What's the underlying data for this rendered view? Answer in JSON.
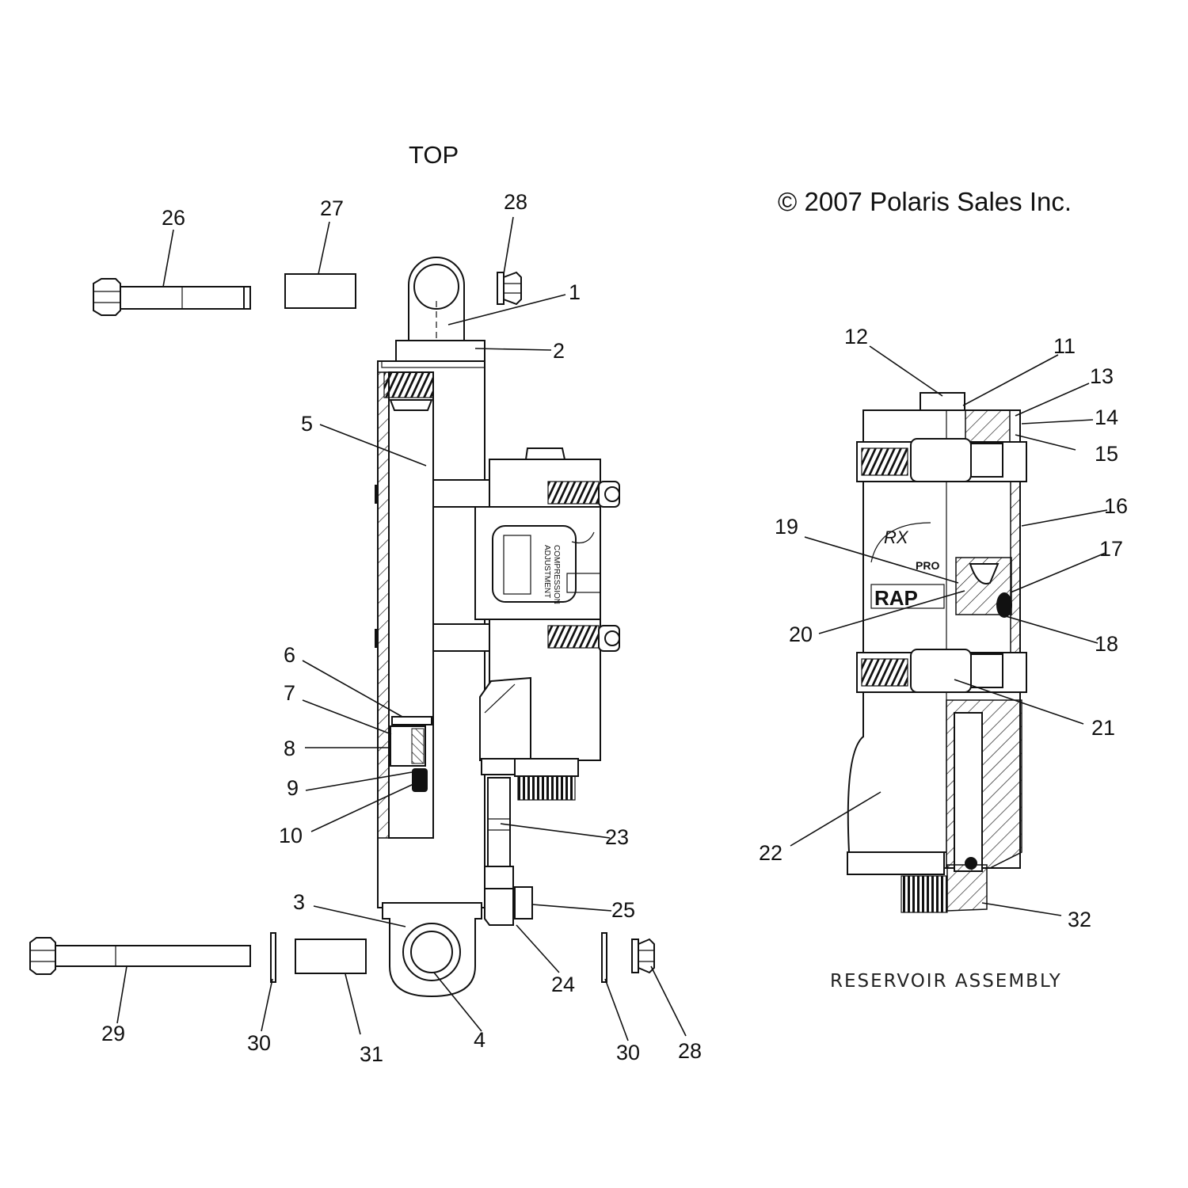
{
  "title": "TOP",
  "copyright": "© 2007 Polaris Sales Inc.",
  "reservoir_caption": "RESERVOIR ASSEMBLY",
  "callouts": [
    {
      "id": "c1",
      "text": "1"
    },
    {
      "id": "c2",
      "text": "2"
    },
    {
      "id": "c3",
      "text": "3"
    },
    {
      "id": "c4",
      "text": "4"
    },
    {
      "id": "c5",
      "text": "5"
    },
    {
      "id": "c6",
      "text": "6"
    },
    {
      "id": "c7",
      "text": "7"
    },
    {
      "id": "c8",
      "text": "8"
    },
    {
      "id": "c9",
      "text": "9"
    },
    {
      "id": "c10",
      "text": "10"
    },
    {
      "id": "c11",
      "text": "11"
    },
    {
      "id": "c12",
      "text": "12"
    },
    {
      "id": "c13",
      "text": "13"
    },
    {
      "id": "c14",
      "text": "14"
    },
    {
      "id": "c15",
      "text": "15"
    },
    {
      "id": "c16",
      "text": "16"
    },
    {
      "id": "c17",
      "text": "17"
    },
    {
      "id": "c18",
      "text": "18"
    },
    {
      "id": "c19",
      "text": "19"
    },
    {
      "id": "c20",
      "text": "20"
    },
    {
      "id": "c21",
      "text": "21"
    },
    {
      "id": "c22",
      "text": "22"
    },
    {
      "id": "c23",
      "text": "23"
    },
    {
      "id": "c24",
      "text": "24"
    },
    {
      "id": "c25",
      "text": "25"
    },
    {
      "id": "c26",
      "text": "26"
    },
    {
      "id": "c27",
      "text": "27"
    },
    {
      "id": "c28a",
      "text": "28"
    },
    {
      "id": "c28b",
      "text": "28"
    },
    {
      "id": "c29",
      "text": "29"
    },
    {
      "id": "c30a",
      "text": "30"
    },
    {
      "id": "c30b",
      "text": "30"
    },
    {
      "id": "c31",
      "text": "31"
    },
    {
      "id": "c32",
      "text": "32"
    }
  ]
}
